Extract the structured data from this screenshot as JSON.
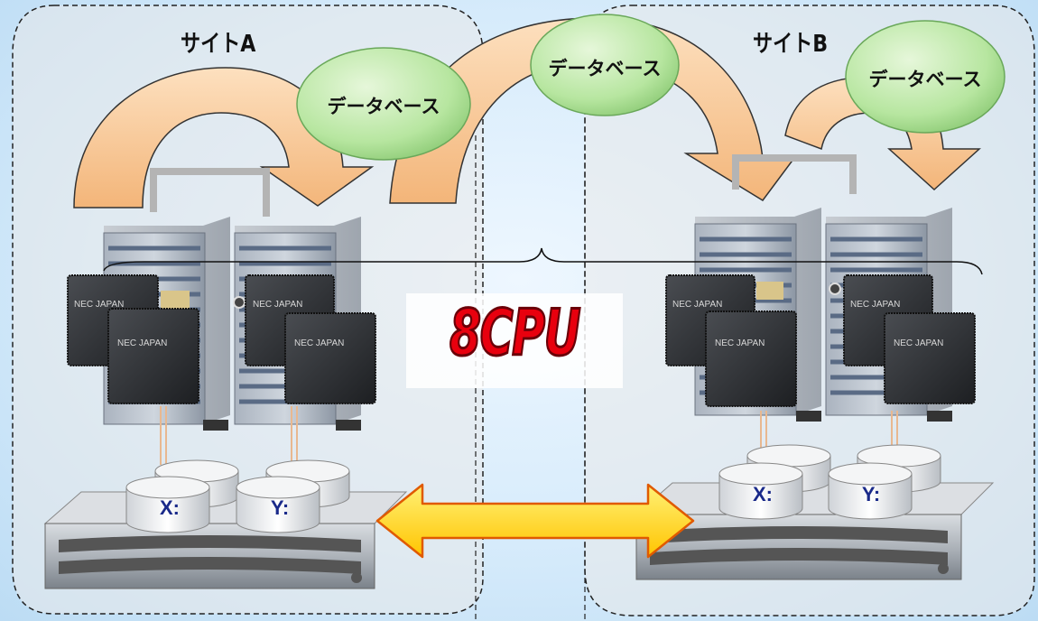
{
  "site_a": {
    "title": "サイトA",
    "database": "データベース",
    "servers": [
      {
        "chip_front": "NEC JAPAN",
        "chip_back": "NEC JAPAN"
      },
      {
        "chip_front": "NEC JAPAN",
        "chip_back": "NEC JAPAN"
      }
    ],
    "drives": [
      "X:",
      "Y:"
    ]
  },
  "site_b": {
    "title": "サイトB",
    "database": "データベース",
    "servers": [
      {
        "chip_front": "NEC JAPAN",
        "chip_back": "NEC JAPAN"
      },
      {
        "chip_front": "NEC JAPAN",
        "chip_back": "NEC JAPAN"
      }
    ],
    "drives": [
      "X:",
      "Y:"
    ]
  },
  "shared_database": "データベース",
  "cpu_label": "8CPU",
  "colors": {
    "arrow_fill": "#f6c796",
    "arrow_dark": "#c99872",
    "db_ellipse": "#b7e6a0",
    "sync_arrow": "#ffd020",
    "sync_arrow_stroke": "#e05a00",
    "cpu_text": "#e8000e"
  }
}
